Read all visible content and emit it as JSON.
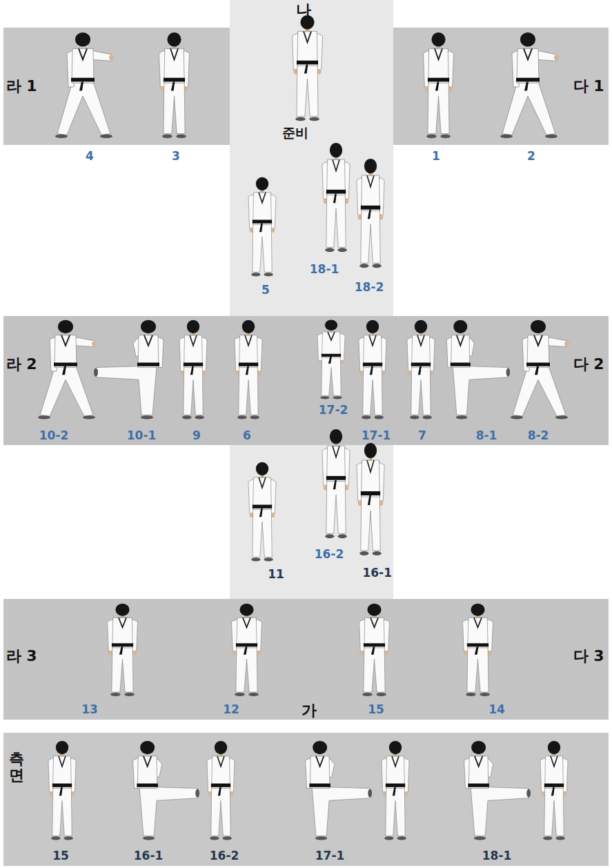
{
  "diagram": {
    "nodes": [
      {
        "text": [
          "나",
          "준비",
          "5",
          "18-1",
          "18-2",
          "11",
          "16-2",
          "16-1"
        ]
      },
      {
        "text": [
          "라 1"
        ]
      },
      {
        "text": [
          "다 1"
        ]
      },
      {
        "text": [
          "라 2",
          "다 2",
          "10-2",
          "10-1",
          "9",
          "6",
          "17-2",
          "17-1",
          "7",
          "8-1",
          "8-2"
        ]
      },
      {
        "text": [
          "라 3",
          "다 3",
          "13",
          "12",
          "가",
          "15",
          "14"
        ]
      },
      {
        "text": [
          "측면",
          "15",
          "16-1",
          "16-2",
          "17-1",
          "18-1"
        ]
      }
    ],
    "labels": [
      "4",
      "3",
      "1",
      "2"
    ]
  }
}
